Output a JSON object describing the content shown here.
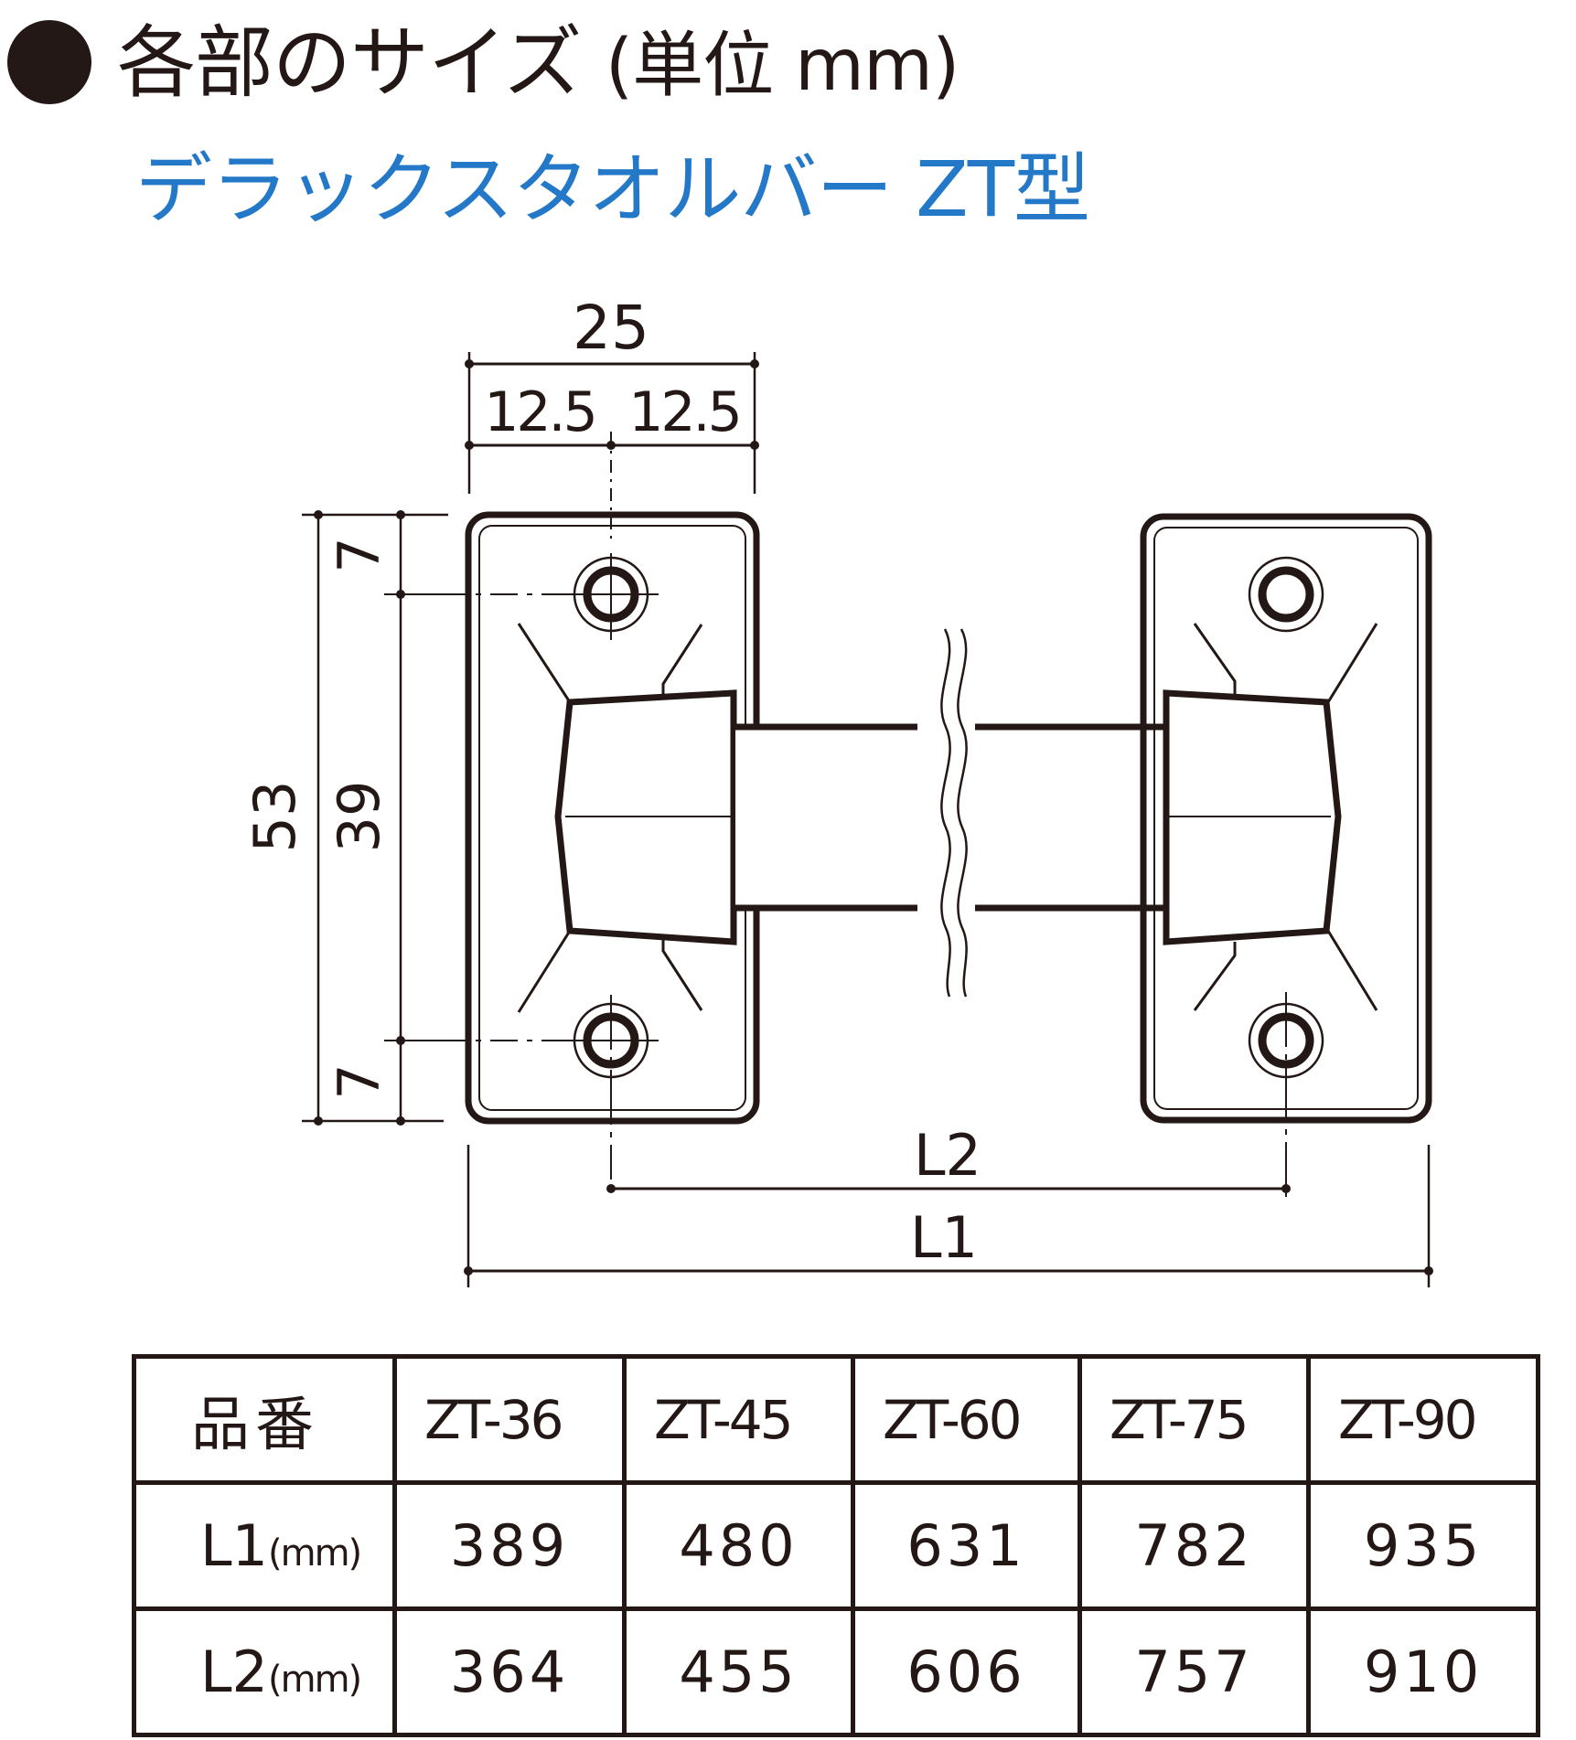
{
  "header": {
    "title": "各部のサイズ",
    "unit_note": "(単位 mm)",
    "subtitle": "デラックスタオルバー ZT型",
    "colors": {
      "title": "#231815",
      "subtitle": "#2478c8",
      "bullet": "#231815"
    }
  },
  "diagram": {
    "dimensions": {
      "plate_width": "25",
      "half_left": "12.5",
      "half_right": "12.5",
      "plate_height": "53",
      "hole_pitch": "39",
      "top_offset": "7",
      "bottom_offset": "7",
      "hole_center_distance": "L2",
      "overall_length": "L1"
    }
  },
  "table": {
    "header_label": "品番",
    "models": [
      "ZT-36",
      "ZT-45",
      "ZT-60",
      "ZT-75",
      "ZT-90"
    ],
    "rows": [
      {
        "label_main": "L1",
        "label_unit": "(mm)",
        "values": [
          "389",
          "480",
          "631",
          "782",
          "935"
        ]
      },
      {
        "label_main": "L2",
        "label_unit": "(mm)",
        "values": [
          "364",
          "455",
          "606",
          "757",
          "910"
        ]
      }
    ]
  },
  "chart_data": {
    "type": "table",
    "title": "デラックスタオルバー ZT型 各部のサイズ (単位 mm)",
    "categories": [
      "ZT-36",
      "ZT-45",
      "ZT-60",
      "ZT-75",
      "ZT-90"
    ],
    "series": [
      {
        "name": "L1 (mm)",
        "values": [
          389,
          480,
          631,
          782,
          935
        ]
      },
      {
        "name": "L2 (mm)",
        "values": [
          364,
          455,
          606,
          757,
          910
        ]
      }
    ],
    "fixed_dimensions_mm": {
      "plate_width": 25,
      "plate_half_width": 12.5,
      "plate_height": 53,
      "hole_pitch": 39,
      "hole_edge_offset": 7
    }
  }
}
